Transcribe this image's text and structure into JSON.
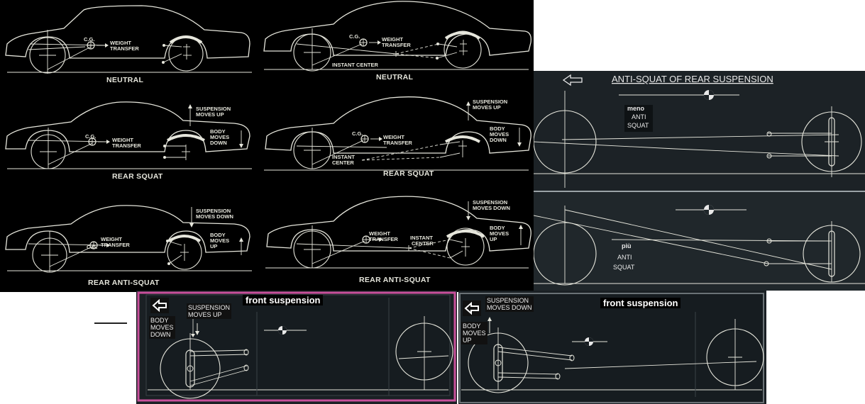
{
  "grid": {
    "neutral_left": {
      "cg": "C.G.",
      "weight": "WEIGHT",
      "transfer": "TRANSFER",
      "caption": "NEUTRAL"
    },
    "neutral_right": {
      "cg": "C.G.",
      "weight": "WEIGHT",
      "transfer": "TRANSFER",
      "instant": "INSTANT CENTER",
      "caption": "NEUTRAL"
    },
    "squat_left": {
      "cg": "C.G.",
      "weight": "WEIGHT",
      "transfer": "TRANSFER",
      "susp1": "SUSPENSION",
      "susp2": "MOVES UP",
      "body1": "BODY",
      "body2": "MOVES",
      "body3": "DOWN",
      "caption": "REAR SQUAT"
    },
    "squat_right": {
      "cg": "C.G.",
      "weight": "WEIGHT",
      "transfer": "TRANSFER",
      "instant1": "INSTANT",
      "instant2": "CENTER",
      "susp1": "SUSPENSION",
      "susp2": "MOVES UP",
      "body1": "BODY",
      "body2": "MOVES",
      "body3": "DOWN",
      "caption": "REAR SQUAT"
    },
    "anti_left": {
      "cg": "C.G.",
      "weight": "WEIGHT",
      "transfer": "TRANSFER",
      "susp1": "SUSPENSION",
      "susp2": "MOVES DOWN",
      "body1": "BODY",
      "body2": "MOVES",
      "body3": "UP",
      "caption": "REAR ANTI-SQUAT"
    },
    "anti_right": {
      "weight": "WEIGHT",
      "transfer": "TRANSFER",
      "instant1": "INSTANT",
      "instant2": "CENTER",
      "susp1": "SUSPENSION",
      "susp2": "MOVES DOWN",
      "body1": "BODY",
      "body2": "MOVES",
      "body3": "UP",
      "caption": "REAR ANTI-SQUAT"
    }
  },
  "right_panel": {
    "title": "ANTI-SQUAT OF REAR SUSPENSION",
    "top_label": {
      "l1": "meno",
      "l2": "ANTI",
      "l3": "SQUAT"
    },
    "bottom_label": {
      "l1": "più",
      "l2": "ANTI",
      "l3": "SQUAT"
    }
  },
  "front_left": {
    "title": "front suspension",
    "susp": "SUSPENSION\nMOVES UP",
    "body": "BODY\nMOVES\nDOWN"
  },
  "front_right": {
    "title": "front suspension",
    "susp": "SUSPENSION\nMOVES DOWN",
    "body": "BODY\nMOVES\nUP"
  },
  "colors": {
    "background": "#000000",
    "line": "#e6e6dc",
    "frame": "#c8509b"
  }
}
